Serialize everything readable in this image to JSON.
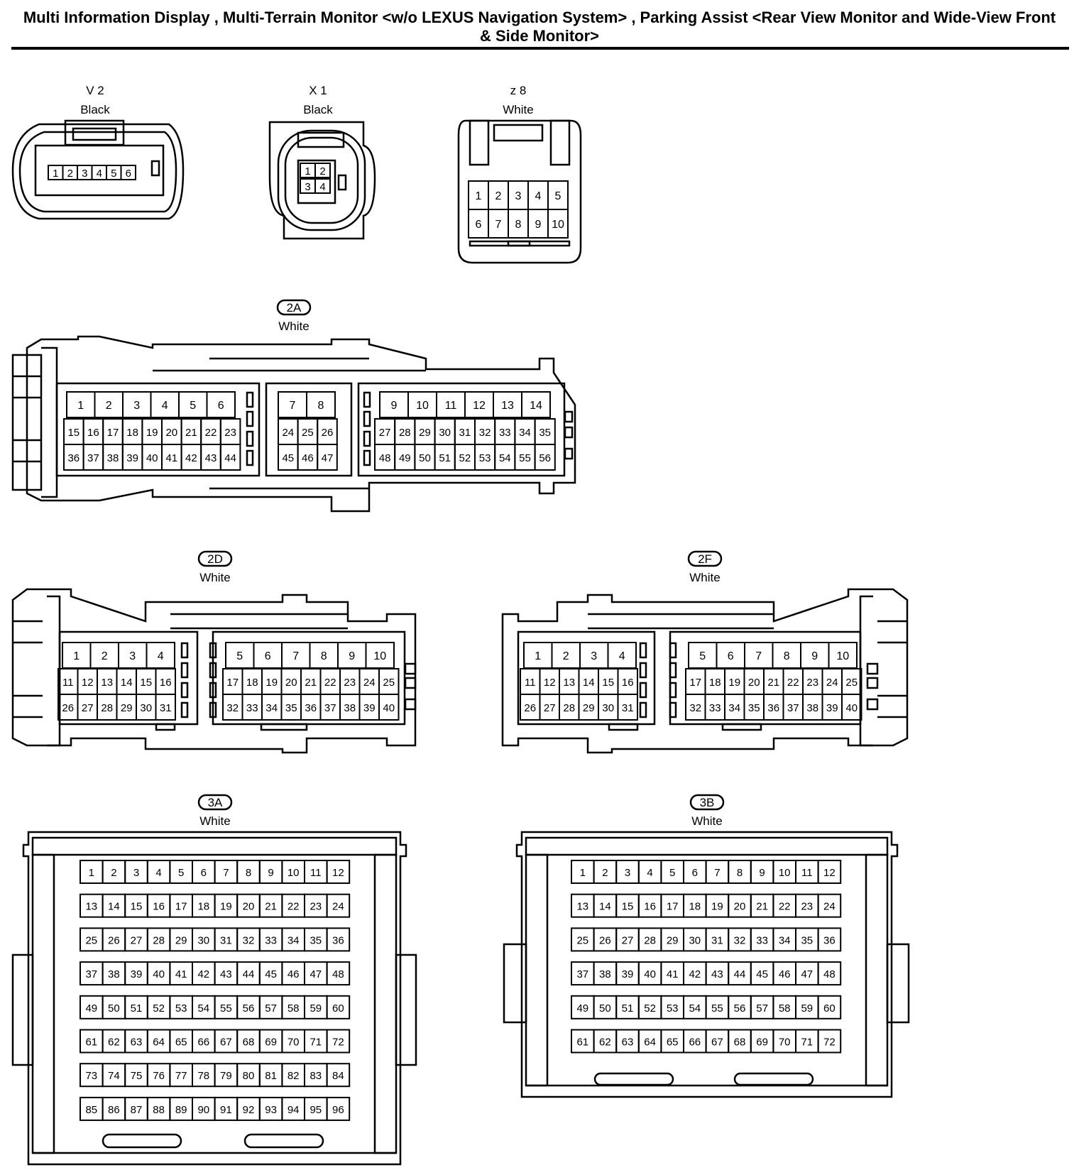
{
  "title": "Multi Information Display , Multi-Terrain Monitor <w/o LEXUS Navigation System> , Parking Assist <Rear View Monitor and Wide-View Front & Side Monitor>",
  "title_line1": "Multi Information Display , Multi-Terrain Monitor <w/o LEXUS Navigation System> , Parking Assist <Rear View Monitor and Wide-View Front",
  "title_line2": "& Side Monitor>",
  "connectors": {
    "v2": {
      "code": "V 2",
      "color": "Black",
      "pins": [
        "1",
        "2",
        "3",
        "4",
        "5",
        "6"
      ]
    },
    "x1": {
      "code": "X 1",
      "color": "Black",
      "pins": [
        "1",
        "2",
        "3",
        "4"
      ]
    },
    "z8": {
      "code": "z 8",
      "color": "White",
      "pins": [
        "1",
        "2",
        "3",
        "4",
        "5",
        "6",
        "7",
        "8",
        "9",
        "10"
      ]
    },
    "c2a": {
      "code": "2A",
      "color": "White",
      "pin_count": 56
    },
    "c2d": {
      "code": "2D",
      "color": "White",
      "pin_count": 40
    },
    "c2f": {
      "code": "2F",
      "color": "White",
      "pin_count": 40
    },
    "c3a": {
      "code": "3A",
      "color": "White",
      "pin_count": 96
    },
    "c3b": {
      "code": "3B",
      "color": "White",
      "pin_count": 72
    }
  }
}
